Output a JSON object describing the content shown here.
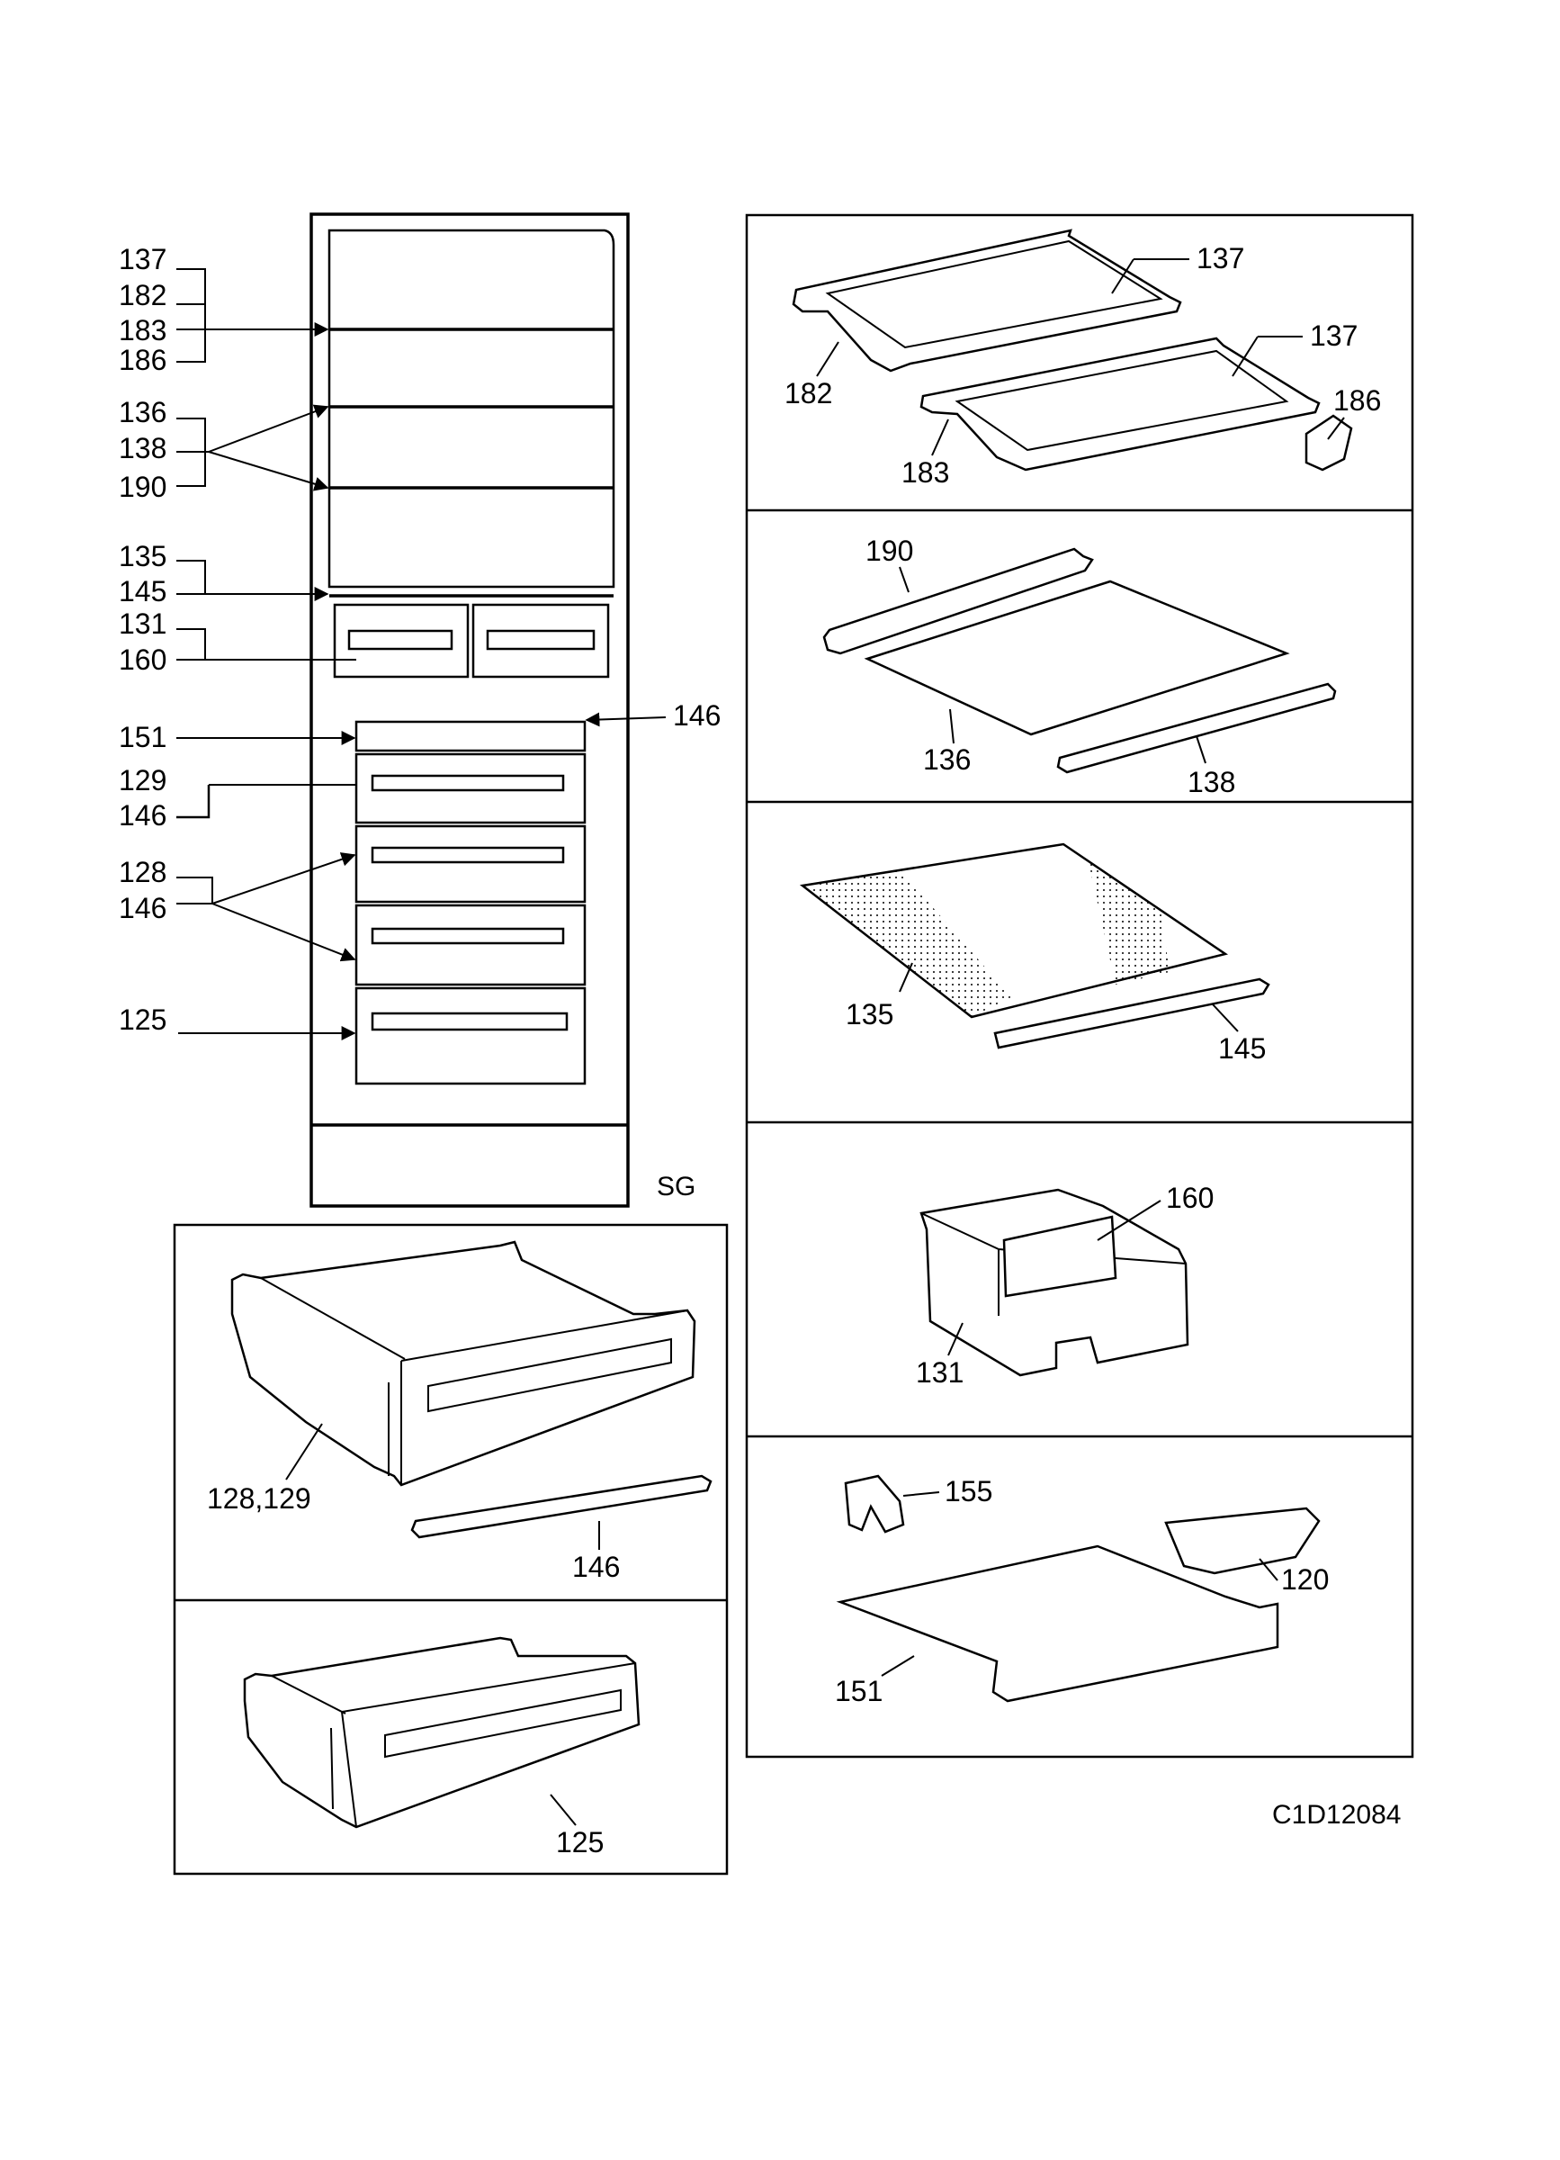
{
  "overview": {
    "labels": {
      "l137": "137",
      "l182": "182",
      "l183": "183",
      "l186": "186",
      "l136": "136",
      "l138": "138",
      "l190": "190",
      "l135": "135",
      "l145": "145",
      "l131": "131",
      "l160": "160",
      "l151": "151",
      "l146a": "146",
      "l129": "129",
      "l146b": "146",
      "l128": "128",
      "l146c": "146",
      "l125": "125"
    },
    "model_code": "SG"
  },
  "panels": {
    "shelf_frames": {
      "glass_label_1": "137",
      "glass_label_2": "137",
      "frame_front": "182",
      "frame_rear": "183",
      "clip": "186"
    },
    "glass_shelf": {
      "rail": "190",
      "glass": "136",
      "trim": "138"
    },
    "divider_plate": {
      "plate": "135",
      "trim": "145"
    },
    "dairy_box": {
      "divider": "160",
      "box": "131"
    },
    "ice_tray": {
      "clip": "155",
      "ice_cube_tray": "120",
      "tray": "151"
    },
    "upper_drawer": {
      "drawer": "128,129",
      "trim": "146"
    },
    "lower_drawer": {
      "drawer": "125"
    }
  },
  "document_code": "C1D12084"
}
